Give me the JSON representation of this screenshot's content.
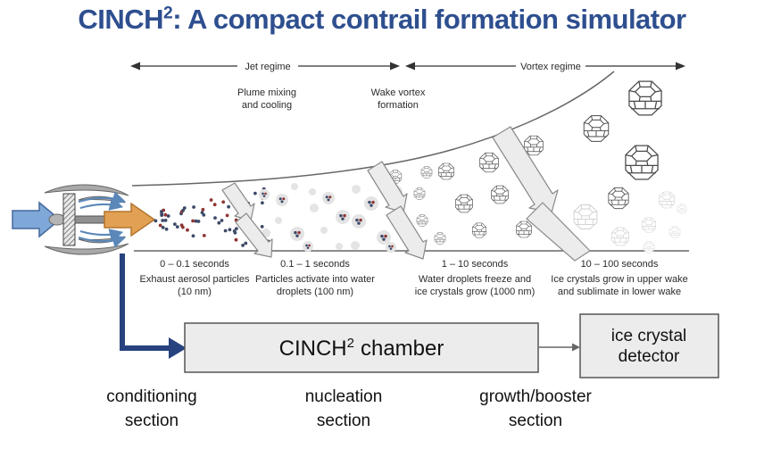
{
  "title": {
    "name": "CINCH",
    "exponent": "2",
    "rest": ": A compact contrail formation simulator"
  },
  "regime_bar": {
    "jet_label": "Jet regime",
    "vortex_label": "Vortex regime"
  },
  "stage_captions": [
    {
      "line1": "Plume mixing",
      "line2": "and cooling"
    },
    {
      "line1": "Wake vortex",
      "line2": "formation"
    }
  ],
  "phases": [
    {
      "time": "0 – 0.1 seconds",
      "desc_line1": "Exhaust aerosol particles",
      "desc_line2": "(10 nm)"
    },
    {
      "time": "0.1 – 1 seconds",
      "desc_line1": "Particles activate into water",
      "desc_line2": "droplets (100 nm)"
    },
    {
      "time": "1 – 10 seconds",
      "desc_line1": "Water droplets freeze and",
      "desc_line2": "ice crystals grow (1000 nm)"
    },
    {
      "time": "10 – 100 seconds",
      "desc_line1": "Ice crystals grow in upper wake",
      "desc_line2": "and sublimate in lower wake"
    }
  ],
  "chamber": {
    "name": "CINCH",
    "exponent": "2",
    "rest": "chamber"
  },
  "detector": {
    "line1": "ice crystal",
    "line2": "detector"
  },
  "sections": [
    {
      "line1": "conditioning",
      "line2": "section"
    },
    {
      "line1": "nucleation",
      "line2": "section"
    },
    {
      "line1": "growth/booster",
      "line2": "section"
    }
  ],
  "colors": {
    "title_blue": "#2e4f8f",
    "flow_arrow_blue": "#27427e",
    "inlet_arrow_fill": "#7fa8d9",
    "exhaust_arrow_fill": "#e2a055",
    "aerosol_dark": "#3d4a68",
    "aerosol_red": "#8e3434",
    "droplet_gray": "#e4e4e4",
    "crystal_gray": "#4a4a4a",
    "crystal_faded": "#cfcfcf",
    "box_fill": "#ececec",
    "box_border": "#555555"
  }
}
